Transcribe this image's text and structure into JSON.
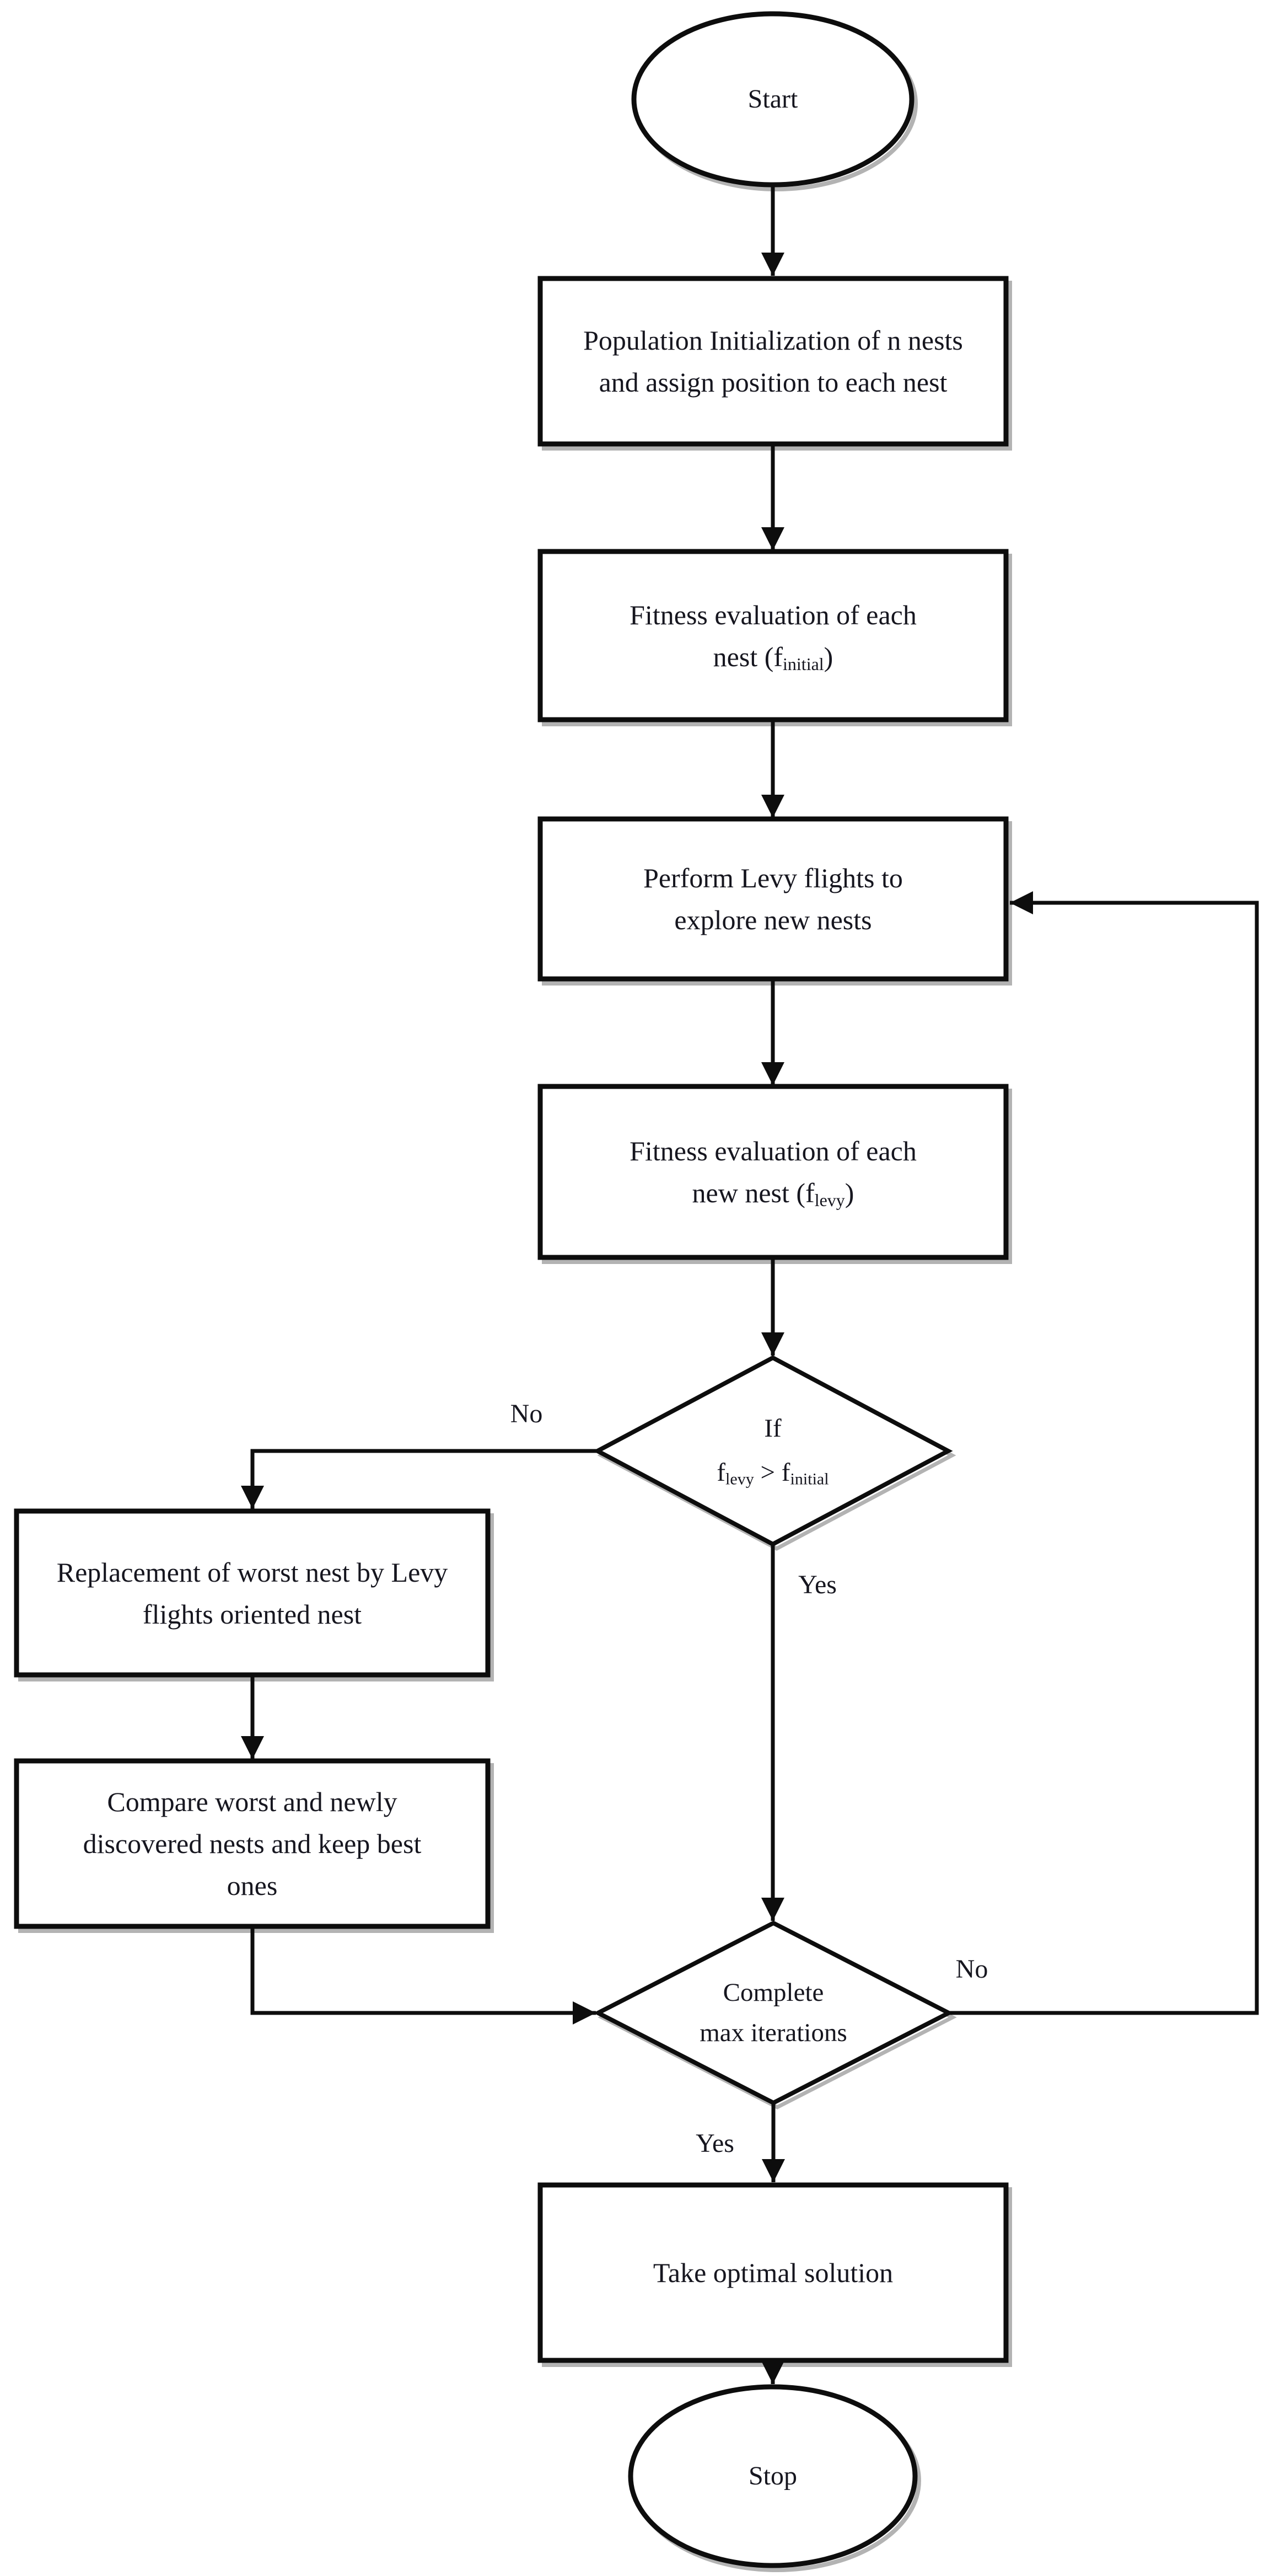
{
  "nodes": {
    "start": {
      "label": "Start"
    },
    "init": {
      "label": "Population Initialization of n nests and assign position to each nest"
    },
    "fitness_initial": {
      "line1": "Fitness evaluation of each",
      "line2_prefix": "nest (f",
      "line2_sub": "initial",
      "line2_suffix": ")"
    },
    "levy_flights": {
      "label": "Perform Levy flights to explore new nests"
    },
    "fitness_levy": {
      "line1": "Fitness evaluation of each",
      "line2_prefix": "new nest (f",
      "line2_sub": "levy",
      "line2_suffix": ")"
    },
    "decision_fitness": {
      "line1": "If",
      "p1": "f",
      "sub1": "levy",
      "p2": " > f",
      "sub2": "initial"
    },
    "replacement": {
      "label": "Replacement of worst nest by Levy flights oriented nest"
    },
    "compare": {
      "label": "Compare worst and newly discovered nests and keep best ones"
    },
    "decision_iterations": {
      "line1": "Complete",
      "line2": "max iterations"
    },
    "optimal": {
      "label": "Take optimal solution"
    },
    "stop": {
      "label": "Stop"
    }
  },
  "edge_labels": {
    "fitness_no": "No",
    "fitness_yes": "Yes",
    "iterations_no": "No",
    "iterations_yes": "Yes"
  },
  "colors": {
    "stroke": "#0d0d0d",
    "shadow": "#b3b3b3",
    "shape_fill": "#ffffff",
    "text": "#16161f"
  }
}
